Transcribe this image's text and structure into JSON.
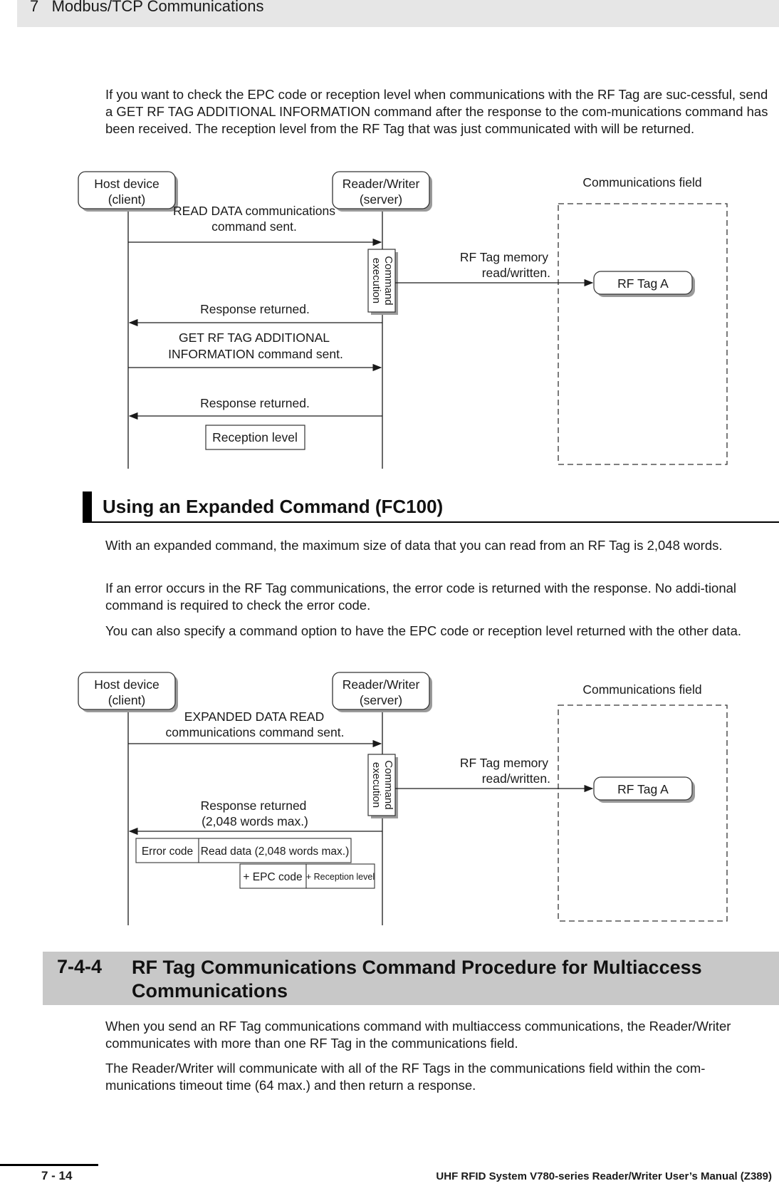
{
  "header": {
    "chapter": "7   Modbus/TCP Communications"
  },
  "intro_paragraph": "If you want to check the EPC code or reception level when communications with the RF Tag are suc-cessful, send a GET RF TAG ADDITIONAL INFORMATION command after the response to the com-munications command has been received. The reception level from the RF Tag that was just communicated with will be returned.",
  "diagram1": {
    "host_line1": "Host device",
    "host_line2": "(client)",
    "rw_line1": "Reader/Writer",
    "rw_line2": "(server)",
    "field_label": "Communications field",
    "msg1_line1": "READ DATA communications",
    "msg1_line2": "command sent.",
    "exec_line1": "Command",
    "exec_line2": "execution",
    "mem_line1": "RF Tag memory",
    "mem_line2": "read/written.",
    "tag": "RF Tag A",
    "resp1": "Response returned.",
    "msg2_line1": "GET RF TAG ADDITIONAL",
    "msg2_line2": "INFORMATION command sent.",
    "resp2": "Response returned.",
    "reception_box": "Reception level"
  },
  "section_heading": "Using an Expanded Command (FC100)",
  "section_paragraphs": [
    "With an expanded command, the maximum size of data that you can read from an RF Tag is 2,048 words.",
    "If an error occurs in the RF Tag communications, the error code is returned with the response. No addi-tional command is required to check the error code.",
    "You can also specify a command option to have the EPC code or reception level returned with the other data."
  ],
  "diagram2": {
    "host_line1": "Host device",
    "host_line2": "(client)",
    "rw_line1": "Reader/Writer",
    "rw_line2": "(server)",
    "field_label": "Communications field",
    "msg1_line1": "EXPANDED DATA READ",
    "msg1_line2": "communications command sent.",
    "exec_line1": "Command",
    "exec_line2": "execution",
    "mem_line1": "RF Tag memory",
    "mem_line2": "read/written.",
    "tag": "RF Tag A",
    "resp_line1": "Response returned",
    "resp_line2": "(2,048 words max.)",
    "error_code": "Error code",
    "read_data": "Read data (2,048 words max.)",
    "epc_code": "+ EPC code",
    "reception_level": "+ Reception level"
  },
  "subsection": {
    "number": "7-4-4",
    "title": "RF Tag Communications Command Procedure for Multiaccess Communications"
  },
  "subsection_paragraphs": [
    "When you send an RF Tag communications command with multiaccess communications, the Reader/Writer communicates with more than one RF Tag in the communications field.",
    "The Reader/Writer will communicate with all of the RF Tags in the communications field within the com-munications timeout time (64 max.) and then return a response."
  ],
  "footer": {
    "page": "7 - 14",
    "manual_title": "UHF RFID System V780-series Reader/Writer User’s Manual (Z389)"
  }
}
